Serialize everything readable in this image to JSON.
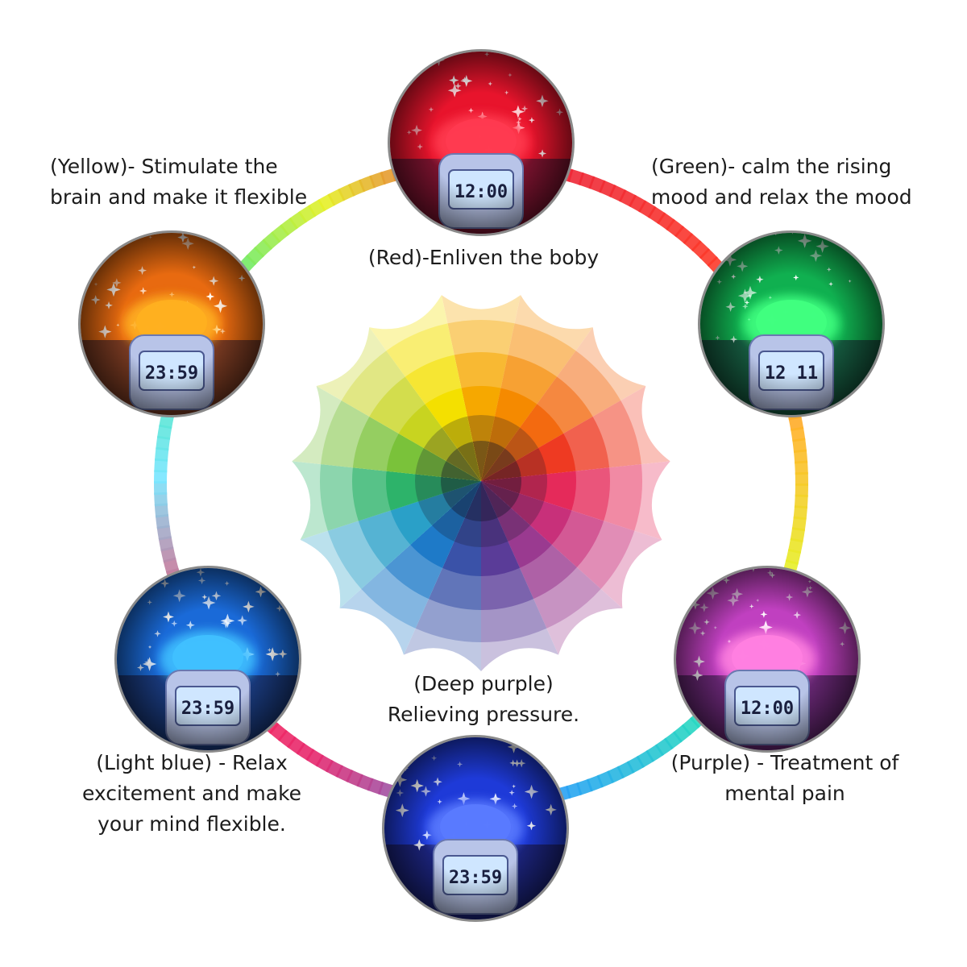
{
  "labels": {
    "red": [
      "(Red)-Enliven the boby"
    ],
    "yellow": [
      "(Yellow)- Stimulate the",
      "brain and make it flexible"
    ],
    "green": [
      "(Green)- calm the rising",
      "mood and relax the mood"
    ],
    "deep_purple": [
      "(Deep purple)",
      "Relieving pressure."
    ],
    "light_blue": [
      "(Light blue) - Relax",
      "excitement and make",
      "your mind flexible."
    ],
    "purple": [
      "(Purple) - Treatment of",
      "mental pain"
    ]
  },
  "devices": [
    {
      "id": "red",
      "light_color": "#e8142c",
      "glow_color": "#ff3a50",
      "clock": "12:00"
    },
    {
      "id": "yellow",
      "light_color": "#e86a10",
      "glow_color": "#ffb020",
      "clock": "23:59"
    },
    {
      "id": "green",
      "light_color": "#10b050",
      "glow_color": "#40ff80",
      "clock": "12 11"
    },
    {
      "id": "light_blue",
      "light_color": "#1a6ad8",
      "glow_color": "#40c0ff",
      "clock": "23:59"
    },
    {
      "id": "deep_purple",
      "light_color": "#1e3ad8",
      "glow_color": "#5a7aff",
      "clock": "23:59"
    },
    {
      "id": "purple",
      "light_color": "#c040c0",
      "glow_color": "#ff80e0",
      "clock": "12:00"
    }
  ],
  "color_wheel": {
    "hues": [
      "#f6a800",
      "#f58a00",
      "#f36a10",
      "#ee3a22",
      "#e52a5a",
      "#c8307a",
      "#9a3a90",
      "#5a3c98",
      "#3a52a8",
      "#1e7ac8",
      "#2aa0c8",
      "#2db36a",
      "#7ac23a",
      "#c8d420",
      "#f4e000"
    ]
  }
}
